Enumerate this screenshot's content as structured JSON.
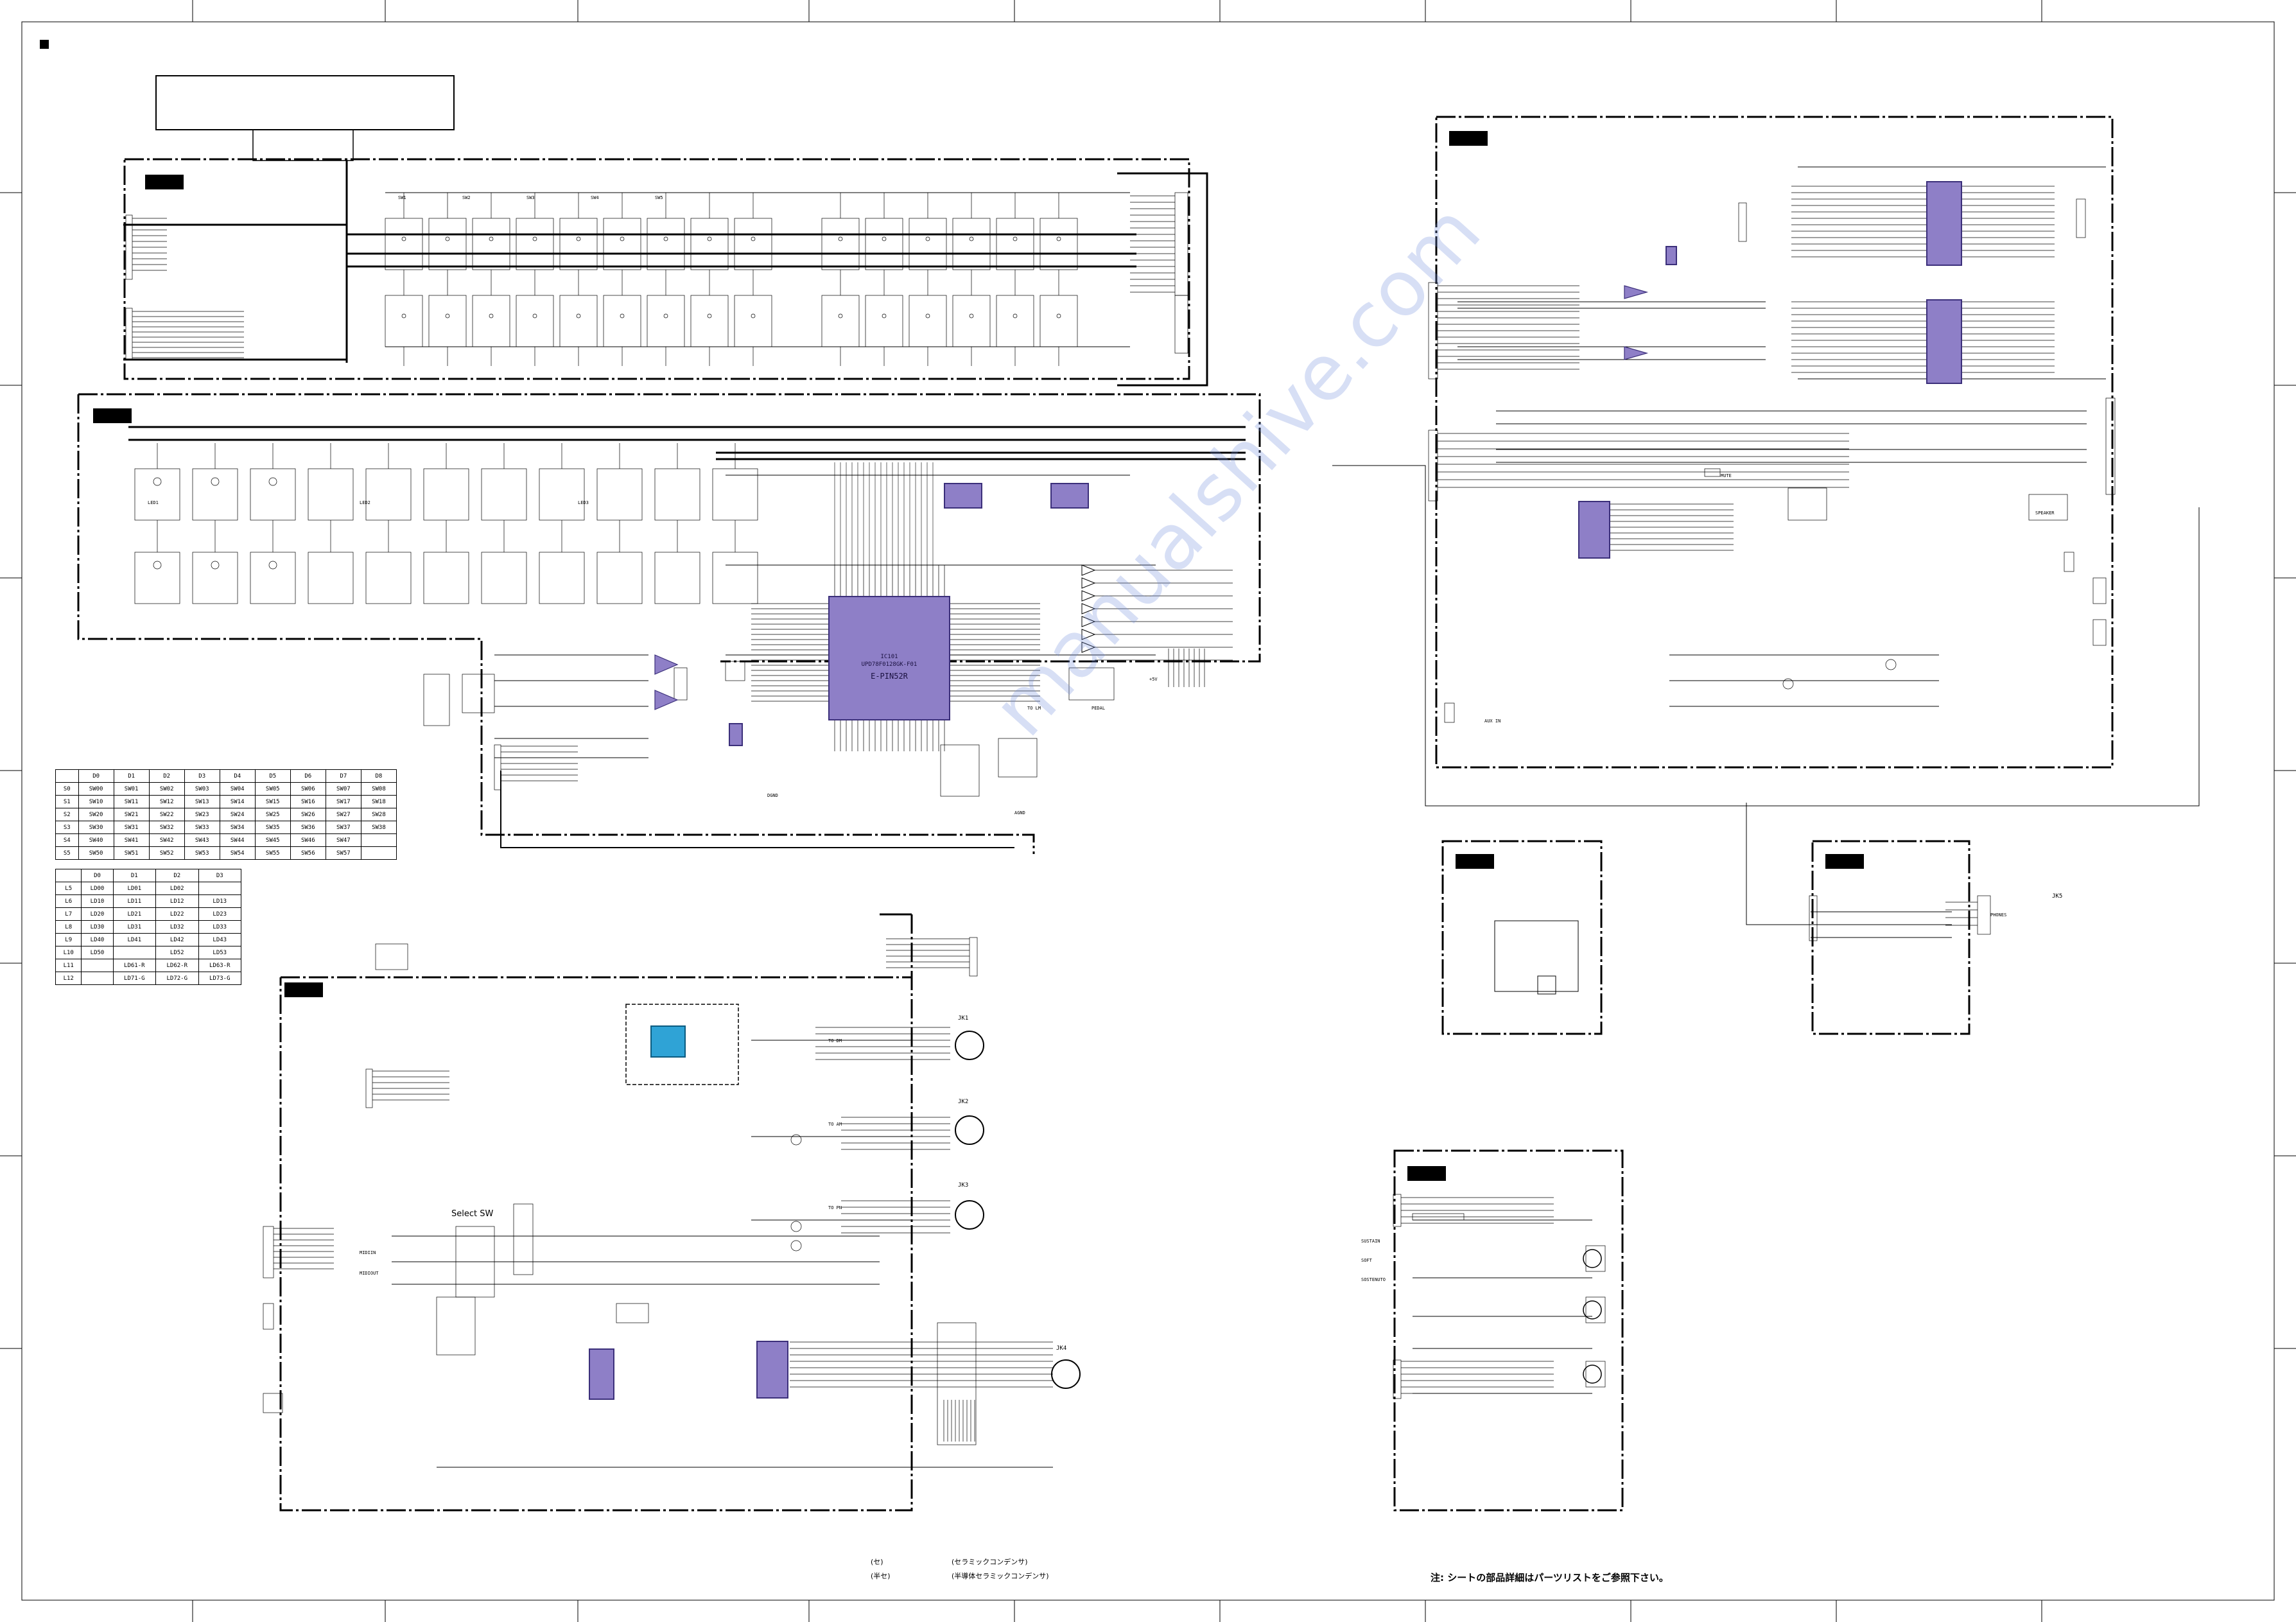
{
  "ic_labels": {
    "main_cpu_part": "IC101",
    "main_cpu_name": "UPD78F0128GK-F01",
    "main_cpu_mark": "E-PIN52R",
    "connector_jk1": "JK1",
    "connector_jk2": "JK2",
    "connector_jk3": "JK3",
    "connector_jk4": "JK4",
    "connector_jk5": "JK5"
  },
  "switch_matrix": {
    "headers": [
      "",
      "D0",
      "D1",
      "D2",
      "D3",
      "D4",
      "D5",
      "D6",
      "D7",
      "D8"
    ],
    "rows": [
      [
        "S0",
        "SW00",
        "SW01",
        "SW02",
        "SW03",
        "SW04",
        "SW05",
        "SW06",
        "SW07",
        "SW08"
      ],
      [
        "S1",
        "SW10",
        "SW11",
        "SW12",
        "SW13",
        "SW14",
        "SW15",
        "SW16",
        "SW17",
        "SW18"
      ],
      [
        "S2",
        "SW20",
        "SW21",
        "SW22",
        "SW23",
        "SW24",
        "SW25",
        "SW26",
        "SW27",
        "SW28"
      ],
      [
        "S3",
        "SW30",
        "SW31",
        "SW32",
        "SW33",
        "SW34",
        "SW35",
        "SW36",
        "SW37",
        "SW38"
      ],
      [
        "S4",
        "SW40",
        "SW41",
        "SW42",
        "SW43",
        "SW44",
        "SW45",
        "SW46",
        "SW47",
        ""
      ],
      [
        "S5",
        "SW50",
        "SW51",
        "SW52",
        "SW53",
        "SW54",
        "SW55",
        "SW56",
        "SW57",
        ""
      ]
    ]
  },
  "led_matrix": {
    "headers": [
      "",
      "D0",
      "D1",
      "D2",
      "D3"
    ],
    "rows": [
      [
        "L5",
        "LD00",
        "LD01",
        "LD02",
        ""
      ],
      [
        "L6",
        "LD10",
        "LD11",
        "LD12",
        "LD13"
      ],
      [
        "L7",
        "LD20",
        "LD21",
        "LD22",
        "LD23"
      ],
      [
        "L8",
        "LD30",
        "LD31",
        "LD32",
        "LD33"
      ],
      [
        "L9",
        "LD40",
        "LD41",
        "LD42",
        "LD43"
      ],
      [
        "L10",
        "LD50",
        "",
        "LD52",
        "LD53"
      ],
      [
        "L11",
        "",
        "LD61-R",
        "LD62-R",
        "LD63-R"
      ],
      [
        "L12",
        "",
        "LD71-G",
        "LD72-G",
        "LD73-G"
      ]
    ]
  },
  "misc_labels": {
    "select_sw": "Select SW",
    "legend_ceramic_mark": "(セ)",
    "legend_ceramic": "(セラミックコンデンサ)",
    "legend_semi_ceramic_mark": "(半セ)",
    "legend_semi_ceramic": "(半導体セラミックコンデンサ)",
    "parts_note": "注: シートの部品詳細はパーツリストをご参照下さい。",
    "watermark": "manualshive.com"
  },
  "net_labels": [
    "SW1",
    "SW2",
    "SW3",
    "SW4",
    "SW5",
    "LED1",
    "LED2",
    "LED3",
    "+5V",
    "DGND",
    "AGND",
    "MIDIIN",
    "MIDIOUT",
    "PEDAL",
    "SUSTAIN",
    "SOFT",
    "SOSTENUTO",
    "AUX IN",
    "MUTE",
    "SPEAKER",
    "TO DM",
    "TO AM",
    "TO PN",
    "TO LM",
    "PHONES"
  ],
  "colors": {
    "ic_fill": "#8e7fc7",
    "ic_border": "#3b2f7a",
    "ic_blue_fill": "#2fa3d6",
    "line": "#000000",
    "watermark": "#6e8cdc"
  }
}
